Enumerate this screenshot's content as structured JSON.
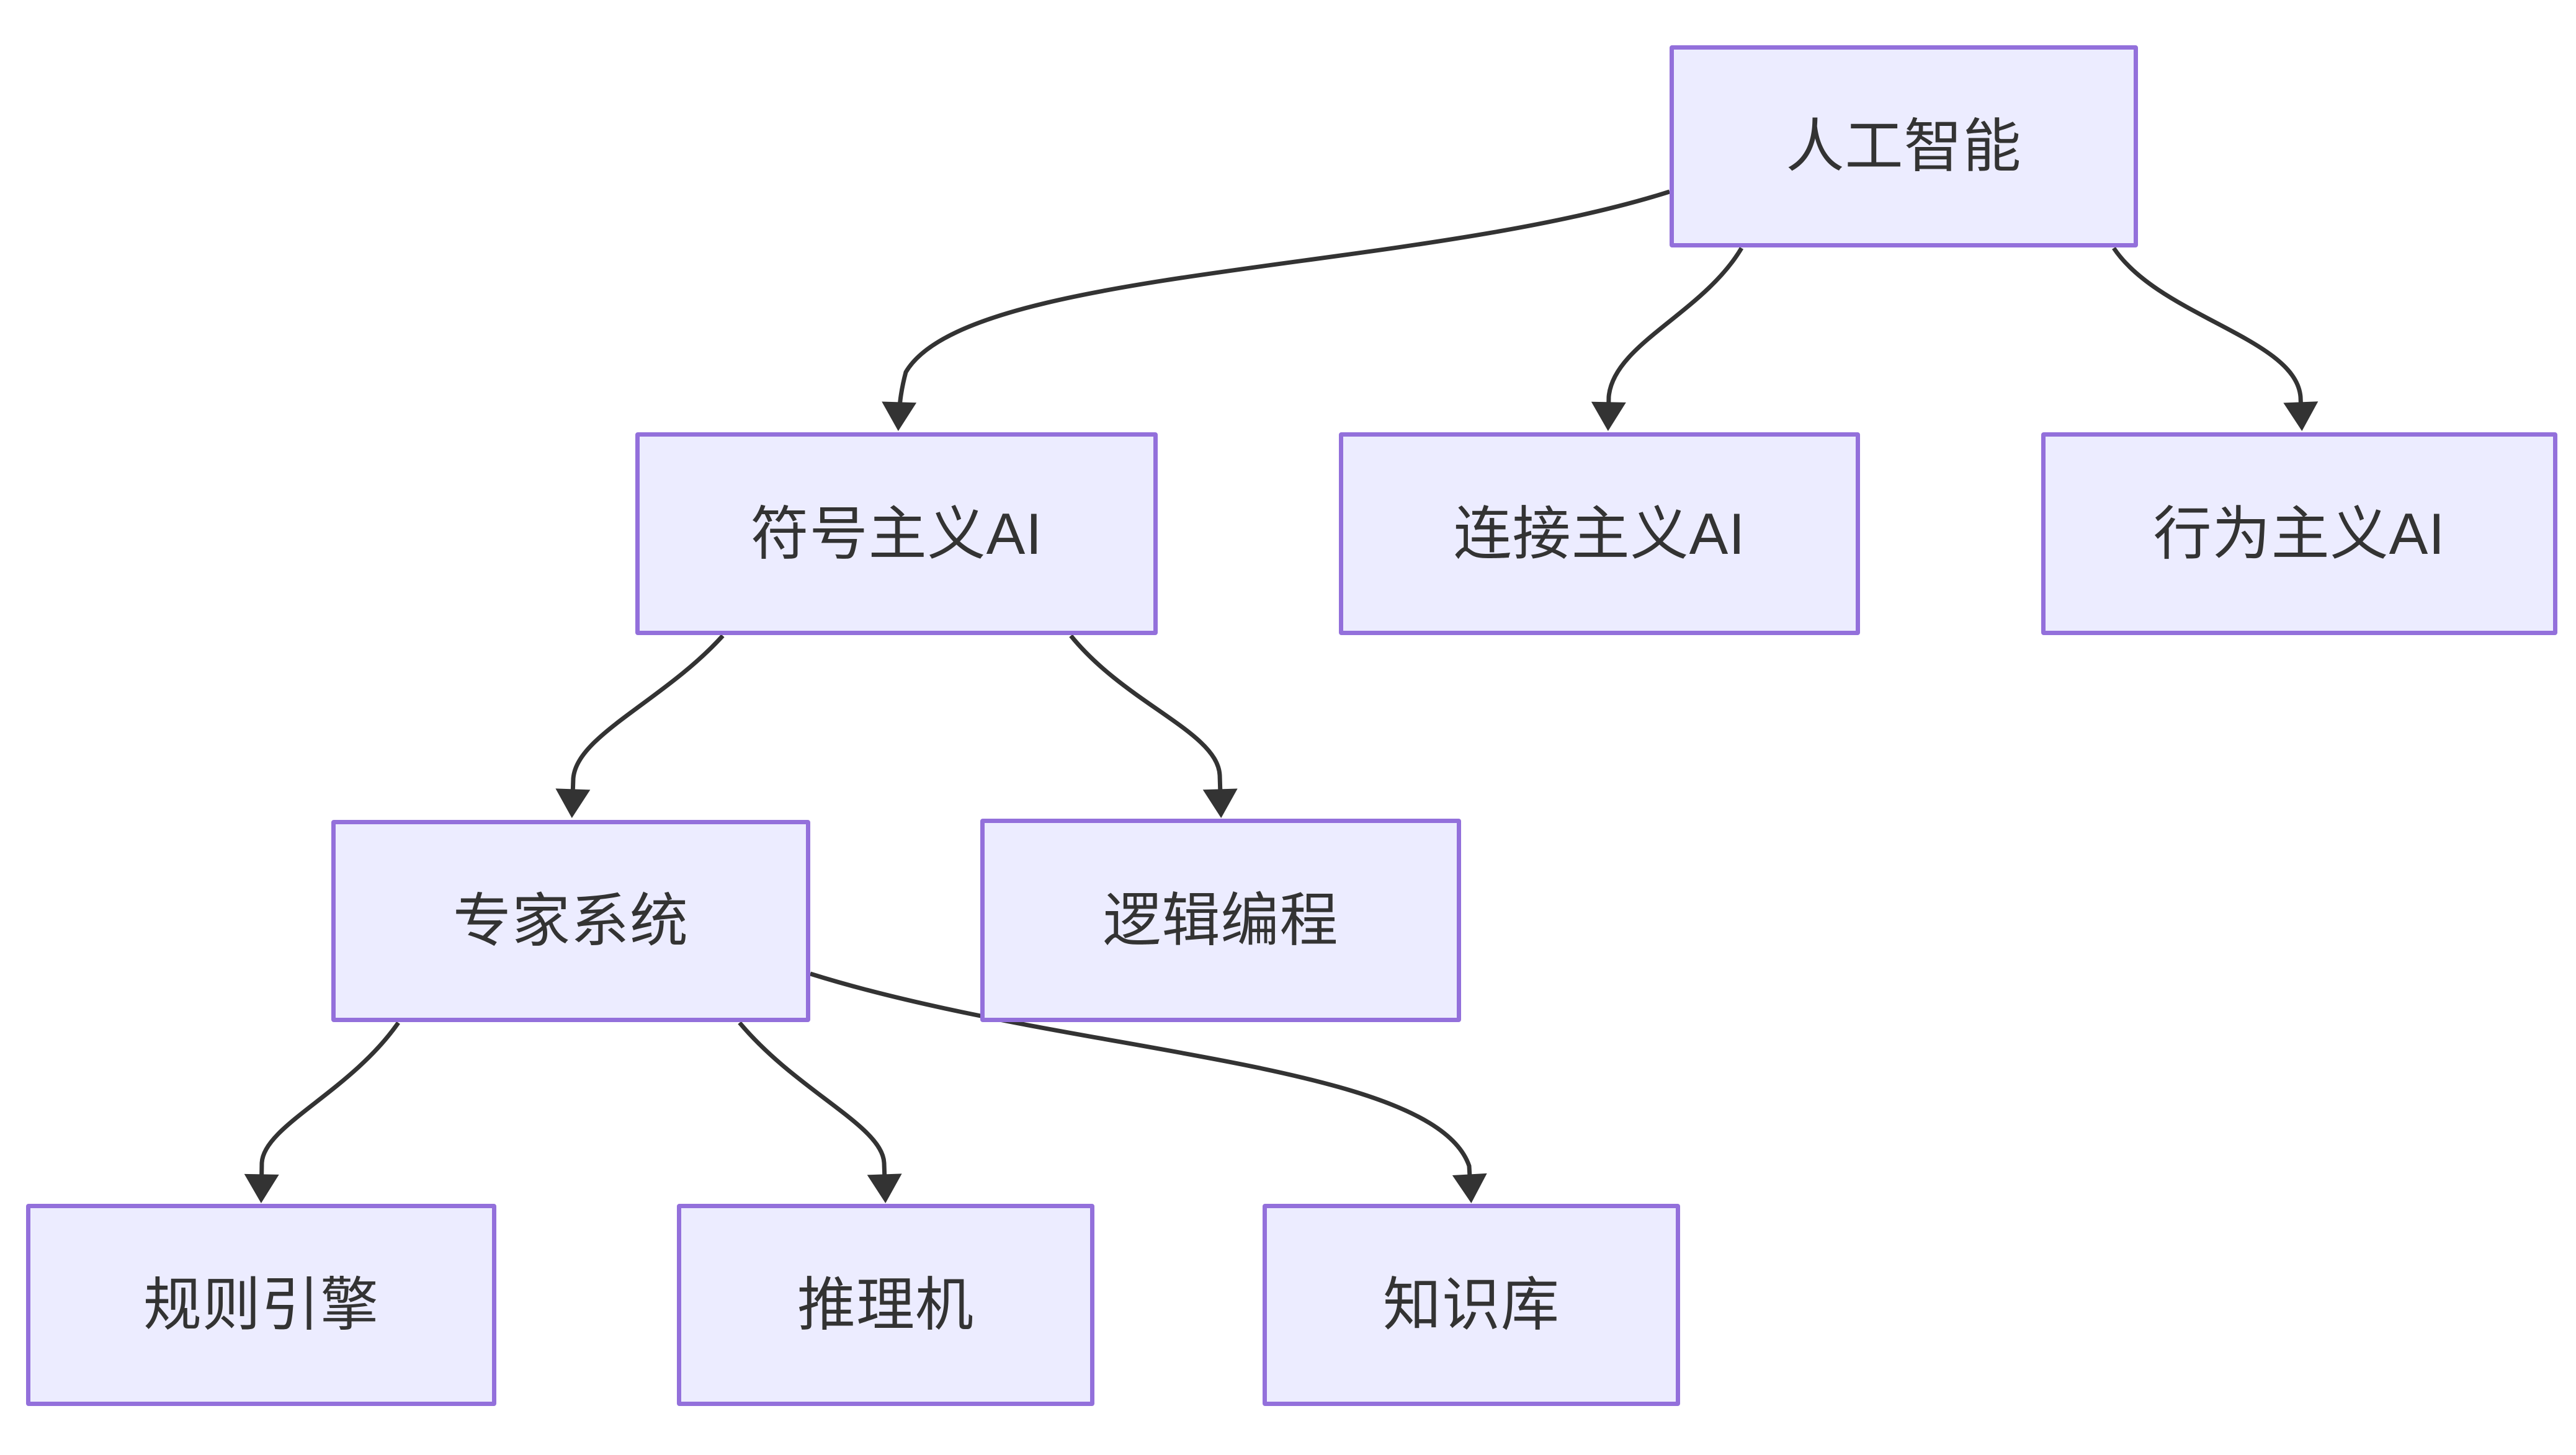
{
  "diagram": {
    "type": "flowchart",
    "direction": "top-down",
    "nodes": [
      {
        "id": "ai",
        "label": "人工智能"
      },
      {
        "id": "symbolic",
        "label": "符号主义AI"
      },
      {
        "id": "connectionist",
        "label": "连接主义AI"
      },
      {
        "id": "behaviorist",
        "label": "行为主义AI"
      },
      {
        "id": "expert",
        "label": "专家系统"
      },
      {
        "id": "logic",
        "label": "逻辑编程"
      },
      {
        "id": "rule",
        "label": "规则引擎"
      },
      {
        "id": "inference",
        "label": "推理机"
      },
      {
        "id": "knowledge",
        "label": "知识库"
      }
    ],
    "edges": [
      {
        "from": "人工智能",
        "to": "符号主义AI",
        "arrow": true
      },
      {
        "from": "人工智能",
        "to": "连接主义AI",
        "arrow": true
      },
      {
        "from": "人工智能",
        "to": "行为主义AI",
        "arrow": true
      },
      {
        "from": "符号主义AI",
        "to": "专家系统",
        "arrow": true
      },
      {
        "from": "符号主义AI",
        "to": "逻辑编程",
        "arrow": true
      },
      {
        "from": "专家系统",
        "to": "规则引擎",
        "arrow": true
      },
      {
        "from": "专家系统",
        "to": "推理机",
        "arrow": true
      },
      {
        "from": "专家系统",
        "to": "知识库",
        "arrow": true
      }
    ],
    "colors": {
      "node_fill": "#ECECFF",
      "node_border": "#9370DB",
      "edge": "#333333",
      "text": "#333333",
      "background": "#FFFFFF"
    }
  }
}
